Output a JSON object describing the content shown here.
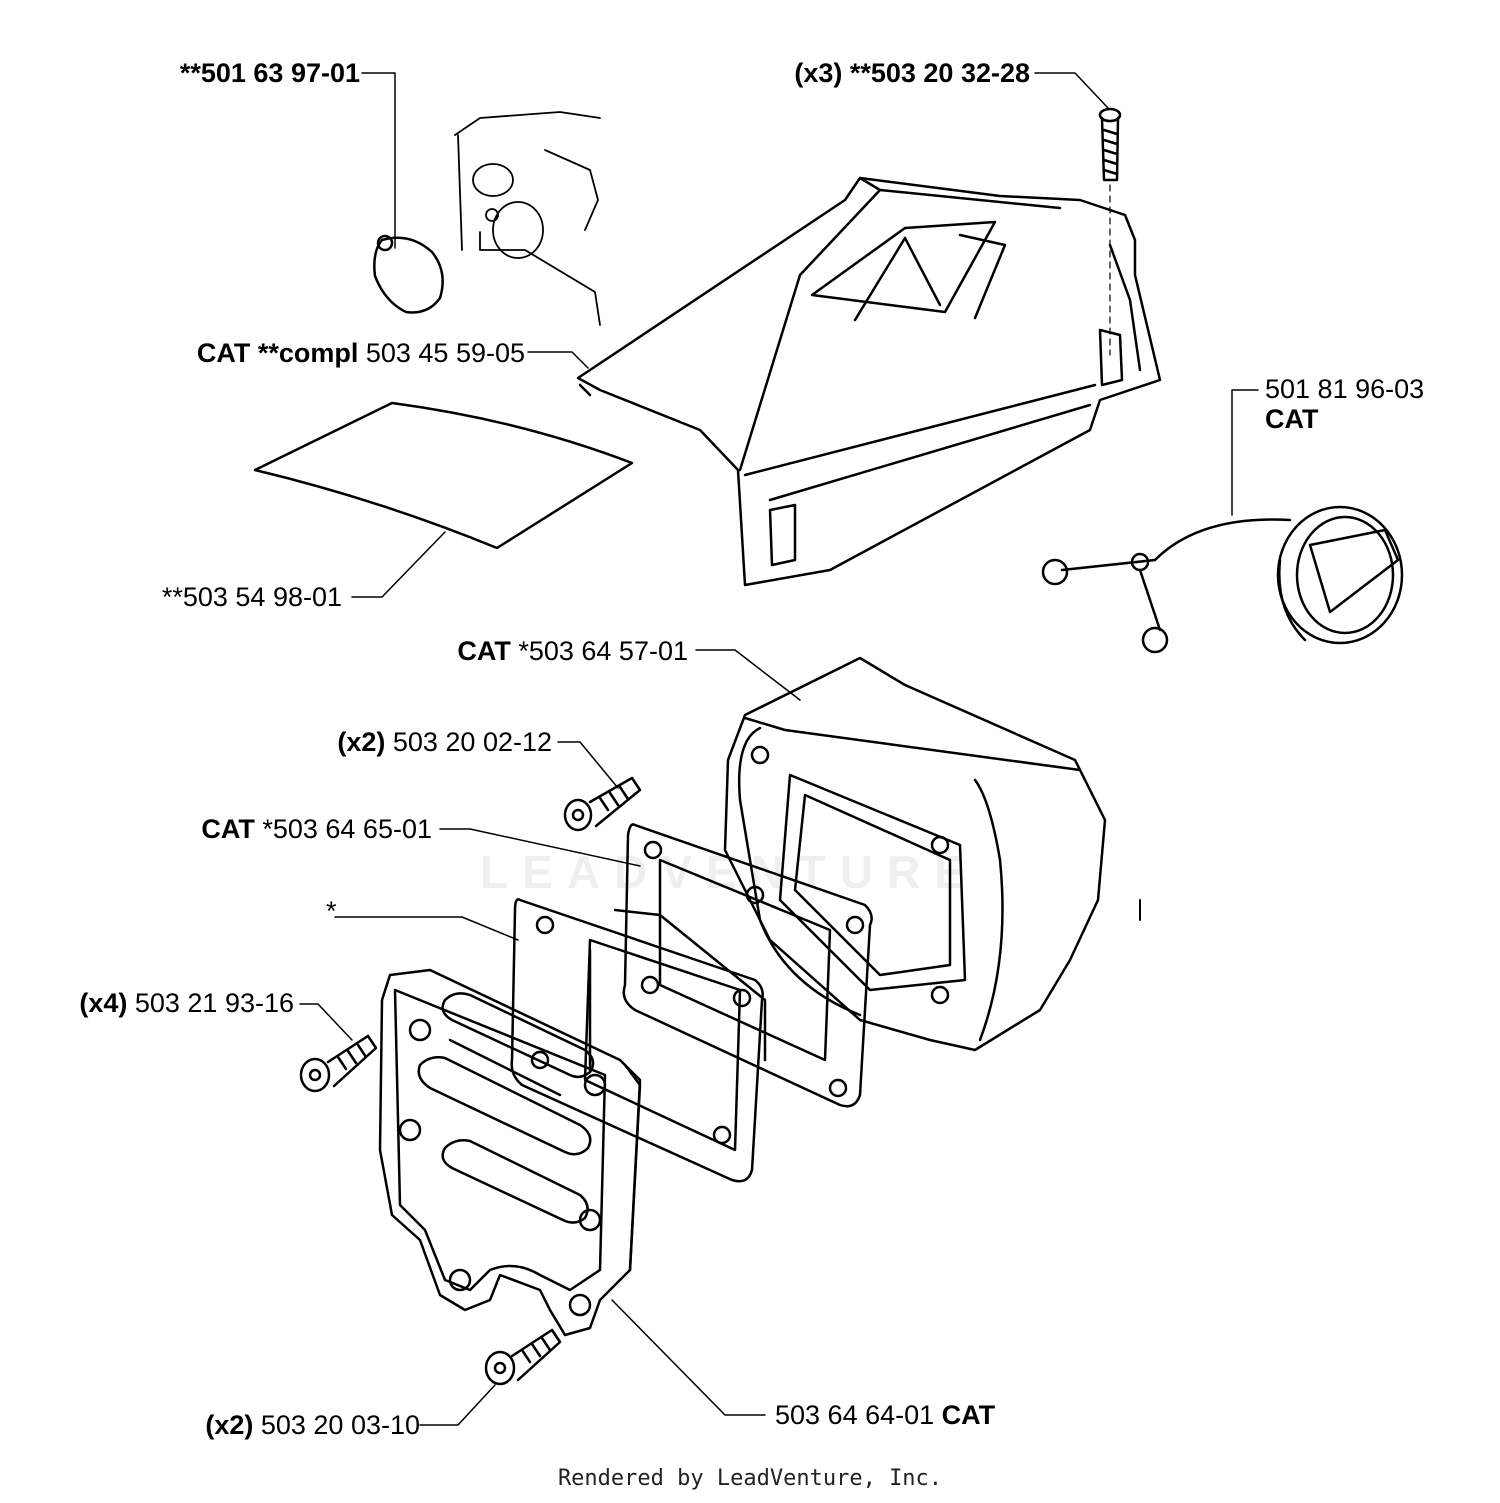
{
  "labels": {
    "lbl1": {
      "bold": "**501 63 97-01",
      "plain": ""
    },
    "lbl2": {
      "bold": "(x3) **503 20 32-28",
      "plain": ""
    },
    "lbl3": {
      "bold": "CAT **compl",
      "plain": " 503 45 59-05"
    },
    "lbl4": {
      "plain": "501 81 96-03",
      "bold": "CAT"
    },
    "lbl5": {
      "plain": "**503 54 98-01"
    },
    "lbl6": {
      "bold": "CAT",
      "plain": " *503 64 57-01"
    },
    "lbl7": {
      "bold": "(x2)",
      "plain": " 503 20 02-12"
    },
    "lbl8": {
      "bold": "CAT",
      "plain": " *503 64 65-01"
    },
    "lbl9": {
      "plain": "*"
    },
    "lbl10": {
      "bold": "(x4)",
      "plain": " 503 21 93-16"
    },
    "lbl11": {
      "bold": "(x2)",
      "plain": " 503 20 03-10"
    },
    "lbl12": {
      "plain": "503 64 64-01 ",
      "bold": "CAT"
    }
  },
  "watermark": "LEADVENTURE",
  "footer": "Rendered by LeadVenture, Inc."
}
